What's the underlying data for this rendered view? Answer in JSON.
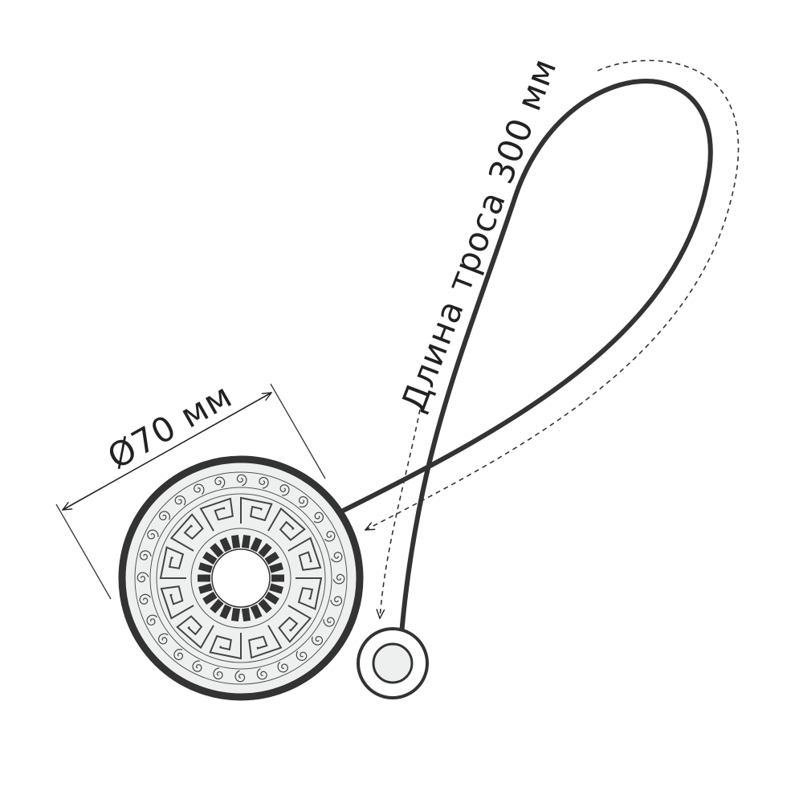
{
  "labels": {
    "diameter": "Ø70 мм",
    "cable_length": "Длина троса 300 мм"
  },
  "colors": {
    "stroke": "#333333",
    "fill_light": "#eef0ef",
    "pattern": "#444444"
  },
  "icons": {
    "ornament": "greek-key-meander",
    "spiral_border": "wave-spiral-border",
    "cable_end": "ring-stopper"
  }
}
